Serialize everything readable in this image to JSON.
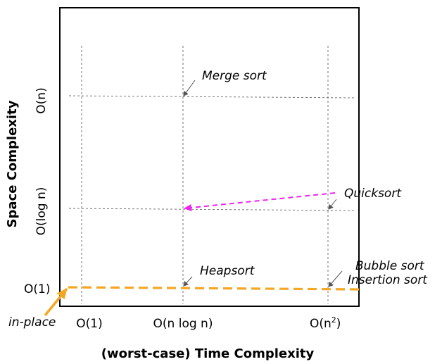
{
  "x_axis": {
    "title": "(worst-case) Time Complexity",
    "ticks": [
      "O(1)",
      "O(n log n)",
      "O(n",
      "2",
      ")"
    ]
  },
  "y_axis": {
    "title": "Space Complexity",
    "ticks": [
      "O(1)",
      "O(log n)",
      "O(n)"
    ]
  },
  "labels": {
    "merge_sort": "Merge sort",
    "quicksort": "Quicksort",
    "heapsort": "Heapsort",
    "bubble_sort": "Bubble sort",
    "insertion_sort": "Insertion sort",
    "in_place": "in-place"
  },
  "colors": {
    "in_place_line": "#f5a623",
    "quicksort_arrow": "#ee22ee",
    "frame": "#000000",
    "grid": "#666666"
  }
}
